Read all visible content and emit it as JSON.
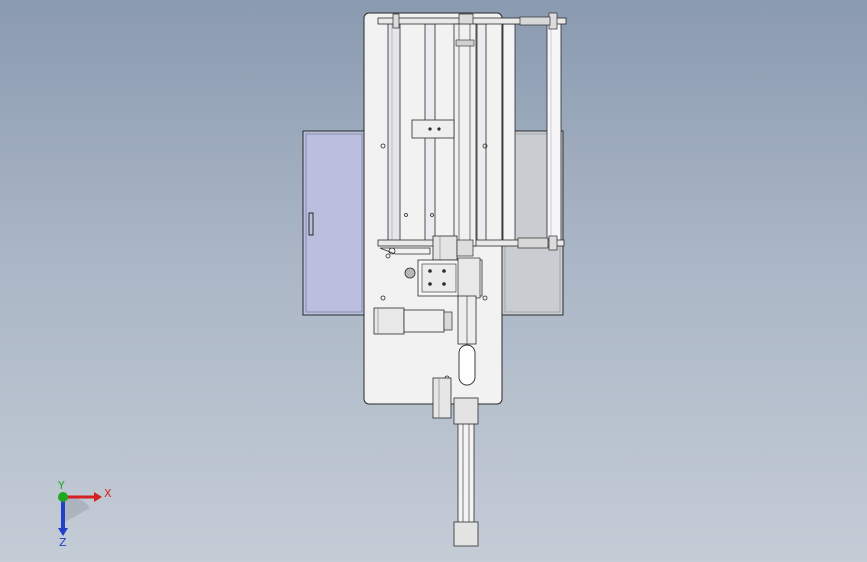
{
  "viewport": {
    "background_top": "#8a9ab0",
    "background_bottom": "#c4ccd6"
  },
  "model": {
    "description_name": "machine-assembly-top-view",
    "colors": {
      "plate": "#f2f2f2",
      "edge": "#2b2b2b",
      "left_panel": "#b9bfdc",
      "right_panel": "#c9ccd0",
      "motor": "#e4e4e4"
    }
  },
  "triad": {
    "x_label": "X",
    "y_label": "Y",
    "z_label": "Z",
    "x_color": "#d42020",
    "y_color": "#1fa81f",
    "z_color": "#2140c8"
  }
}
